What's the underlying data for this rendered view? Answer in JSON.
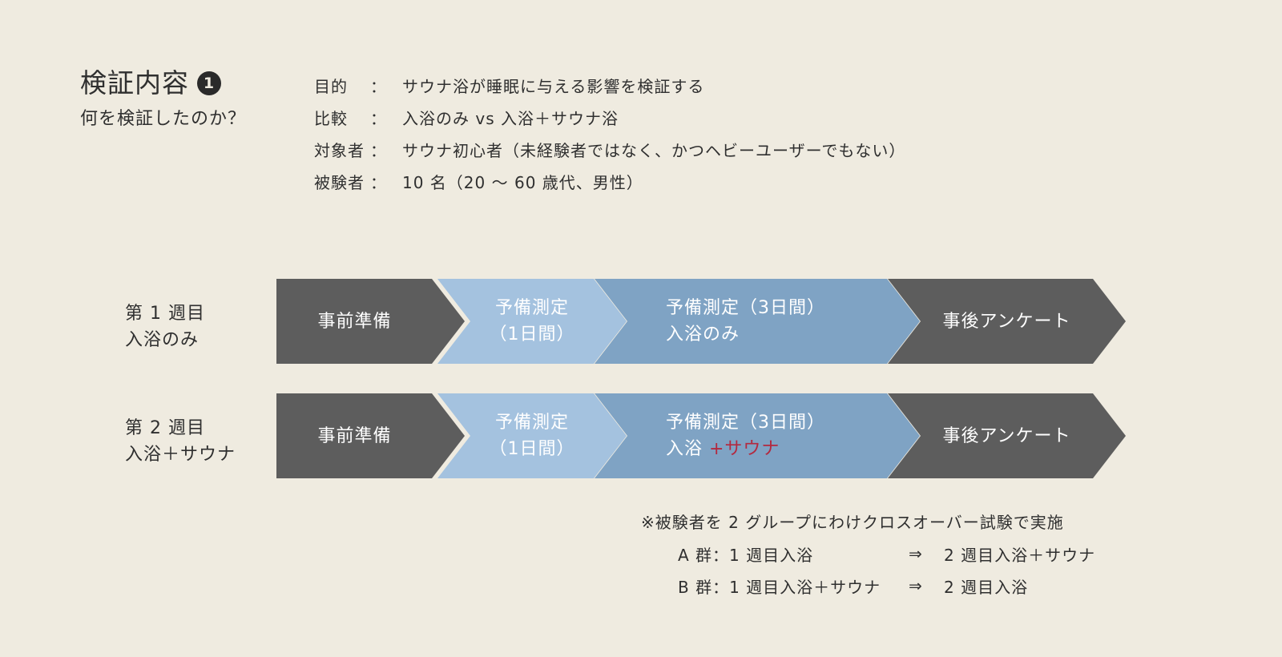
{
  "header": {
    "title": "検証内容",
    "badge": "1",
    "subtitle": "何を検証したのか？"
  },
  "info": [
    {
      "label": "目的",
      "colon": "：",
      "value": "サウナ浴が睡眠に与える影響を検証する"
    },
    {
      "label": "比較",
      "colon": "：",
      "value": "入浴のみ vs 入浴＋サウナ浴"
    },
    {
      "label": "対象者",
      "colon": "：",
      "value": "サウナ初心者（未経験者ではなく、かつヘビーユーザーでもない）"
    },
    {
      "label": "被験者",
      "colon": "：",
      "value": "10 名（20 〜 60 歳代、男性）"
    }
  ],
  "weeks": [
    {
      "label_line1": "第 1 週目",
      "label_line2": "入浴のみ",
      "step1": "事前準備",
      "step2_line1": "予備測定",
      "step2_line2": "（1日間）",
      "step3_line1": "予備測定（3日間）",
      "step3_line2a": "入浴のみ",
      "step3_line2b": "",
      "step4": "事後アンケート"
    },
    {
      "label_line1": "第 2 週目",
      "label_line2": "入浴＋サウナ",
      "step1": "事前準備",
      "step2_line1": "予備測定",
      "step2_line2": "（1日間）",
      "step3_line1": "予備測定（3日間）",
      "step3_line2a": "入浴 ",
      "step3_line2b": "+サウナ",
      "step4": "事後アンケート"
    }
  ],
  "note": {
    "title": "※被験者を 2 グループにわけクロスオーバー試験で実施",
    "rows": [
      {
        "left": "A 群：1 週目入浴",
        "arrow": "⇒",
        "right": "2 週目入浴＋サウナ"
      },
      {
        "left": "B 群：1 週目入浴＋サウナ",
        "arrow": "⇒",
        "right": "2 週目入浴"
      }
    ]
  },
  "colors": {
    "background": "#efebe0",
    "dark_step": "#5d5d5d",
    "light_step": "#a4c2df",
    "mid_step": "#7fa3c4",
    "sauna_accent": "#b3293f"
  }
}
